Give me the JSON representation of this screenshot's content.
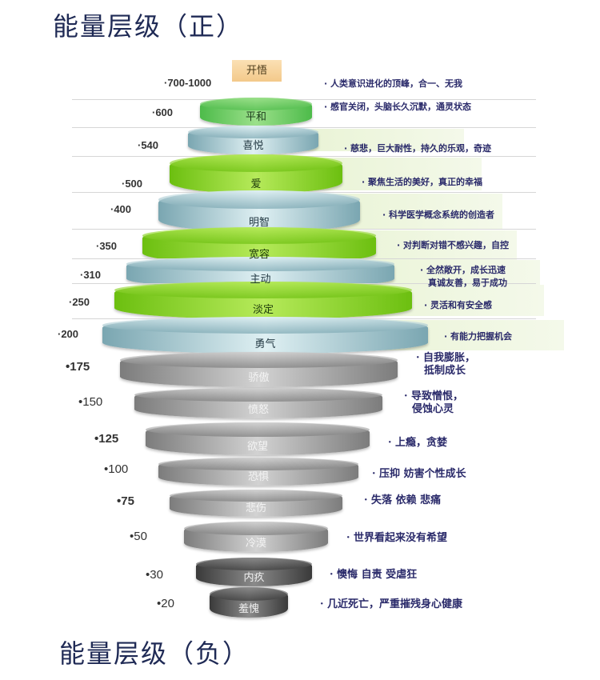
{
  "title_positive": "能量层级（正）",
  "title_negative": "能量层级（负）",
  "colors": {
    "green": "#7cc620",
    "teal": "#8fb9c4",
    "grey": "#8a8a8a",
    "dark": "#4a4a4a",
    "apex": "#f3c98a"
  },
  "levels": [
    {
      "name": "开悟",
      "value": "·700-1000",
      "desc": [
        "· 人类意识进化的顶峰，合一、无我"
      ],
      "style": "apex"
    },
    {
      "name": "平和",
      "value": "·600",
      "desc": [
        "· 感官关闭，头脑长久沉默，通灵状态"
      ],
      "style": "lightgreen"
    },
    {
      "name": "喜悦",
      "value": "·540",
      "desc": [
        "· 慈悲，巨大耐性，持久的乐观，奇迹"
      ],
      "style": "teal"
    },
    {
      "name": "爱",
      "value": "·500",
      "desc": [
        "· 聚焦生活的美好，真正的幸福"
      ],
      "style": "green"
    },
    {
      "name": "明智",
      "value": "·400",
      "desc": [
        "· 科学医学概念系统的创造者"
      ],
      "style": "teal"
    },
    {
      "name": "宽容",
      "value": "·350",
      "desc": [
        "· 对判断对错不感兴趣，自控"
      ],
      "style": "green"
    },
    {
      "name": "主动",
      "value": "·310",
      "desc": [
        "· 全然敞开，成长迅速",
        "真诚友善，易于成功"
      ],
      "style": "teal"
    },
    {
      "name": "淡定",
      "value": "·250",
      "desc": [
        "· 灵活和有安全感"
      ],
      "style": "green"
    },
    {
      "name": "勇气",
      "value": "·200",
      "desc": [
        "· 有能力把握机会"
      ],
      "style": "teal"
    },
    {
      "name": "骄傲",
      "value": "•175",
      "desc": [
        "· 自我膨胀，",
        "抵制成长"
      ],
      "style": "grey"
    },
    {
      "name": "愤怒",
      "value": "•150",
      "desc": [
        "· 导致憎恨，",
        "侵蚀心灵"
      ],
      "style": "grey"
    },
    {
      "name": "欲望",
      "value": "•125",
      "desc": [
        "· 上瘾，贪婪"
      ],
      "style": "grey"
    },
    {
      "name": "恐惧",
      "value": "•100",
      "desc": [
        "· 压抑 妨害个性成长"
      ],
      "style": "grey"
    },
    {
      "name": "悲伤",
      "value": "•75",
      "desc": [
        "· 失落 依赖 悲痛"
      ],
      "style": "grey"
    },
    {
      "name": "冷漠",
      "value": "•50",
      "desc": [
        "· 世界看起来没有希望"
      ],
      "style": "grey"
    },
    {
      "name": "内疚",
      "value": "•30",
      "desc": [
        "· 懊悔 自责 受虐狂"
      ],
      "style": "dark"
    },
    {
      "name": "羞愧",
      "value": "•20",
      "desc": [
        "· 几近死亡，严重摧残身心健康"
      ],
      "style": "dark"
    }
  ]
}
